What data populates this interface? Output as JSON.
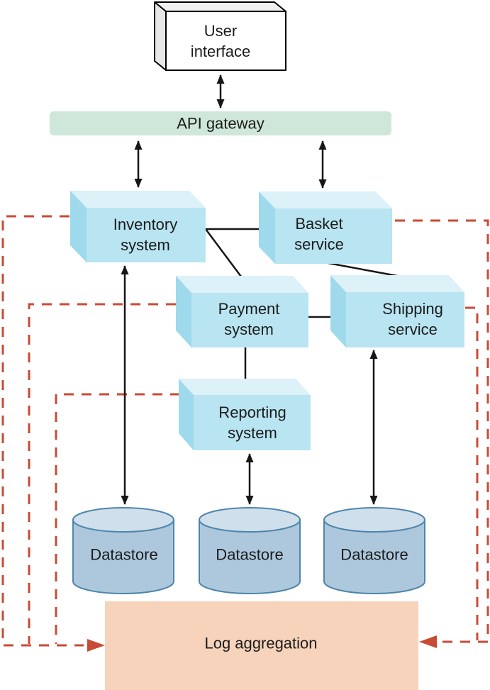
{
  "diagram": {
    "title": "",
    "nodes": {
      "user_interface": {
        "label": "User\ninterface",
        "shape": "box3d"
      },
      "api_gateway": {
        "label": "API gateway",
        "shape": "bar"
      },
      "inventory_system": {
        "label": "Inventory\nsystem",
        "shape": "box3d"
      },
      "basket_service": {
        "label": "Basket\nservice",
        "shape": "box3d"
      },
      "payment_system": {
        "label": "Payment\nsystem",
        "shape": "box3d"
      },
      "shipping_service": {
        "label": "Shipping\nservice",
        "shape": "box3d"
      },
      "reporting_system": {
        "label": "Reporting\nsystem",
        "shape": "box3d"
      },
      "datastore_1": {
        "label": "Datastore",
        "shape": "cylinder"
      },
      "datastore_2": {
        "label": "Datastore",
        "shape": "cylinder"
      },
      "datastore_3": {
        "label": "Datastore",
        "shape": "cylinder"
      },
      "log_aggregation": {
        "label": "Log aggregation",
        "shape": "rect"
      }
    },
    "edges": [
      {
        "from": "user_interface",
        "to": "api_gateway",
        "style": "double-arrow"
      },
      {
        "from": "api_gateway",
        "to": "inventory_system",
        "style": "double-arrow"
      },
      {
        "from": "api_gateway",
        "to": "basket_service",
        "style": "double-arrow"
      },
      {
        "from": "inventory_system",
        "to": "basket_service",
        "style": "line"
      },
      {
        "from": "inventory_system",
        "to": "payment_system",
        "style": "line"
      },
      {
        "from": "basket_service",
        "to": "shipping_service",
        "style": "line"
      },
      {
        "from": "payment_system",
        "to": "shipping_service",
        "style": "line"
      },
      {
        "from": "payment_system",
        "to": "reporting_system",
        "style": "line"
      },
      {
        "from": "inventory_system",
        "to": "datastore_1",
        "style": "double-arrow"
      },
      {
        "from": "reporting_system",
        "to": "datastore_2",
        "style": "double-arrow"
      },
      {
        "from": "shipping_service",
        "to": "datastore_3",
        "style": "double-arrow"
      },
      {
        "from": "inventory_system",
        "to": "log_aggregation",
        "style": "red-dashed-arrow"
      },
      {
        "from": "payment_system",
        "to": "log_aggregation",
        "style": "red-dashed-arrow"
      },
      {
        "from": "reporting_system",
        "to": "log_aggregation",
        "style": "red-dashed-arrow"
      },
      {
        "from": "basket_service",
        "to": "log_aggregation",
        "style": "red-dashed-arrow"
      },
      {
        "from": "shipping_service",
        "to": "log_aggregation",
        "style": "red-dashed-arrow"
      }
    ],
    "colors": {
      "box_front": "#b9e4f1",
      "box_top": "#dcf1f8",
      "box_side": "#9edaeb",
      "gateway_fill": "#cfe7d9",
      "cylinder_body": "#adc8dc",
      "cylinder_top": "#cfdfeb",
      "cylinder_border": "#4e85ab",
      "log_fill": "#f6d3ba",
      "dashed_line": "#c84b35",
      "connector": "#161616",
      "text_color": "#1c1c1c",
      "ui_front": "#ffffff",
      "ui_top": "#f0f0f0",
      "ui_side": "#e7e7e7",
      "ui_border": "#000000"
    }
  }
}
